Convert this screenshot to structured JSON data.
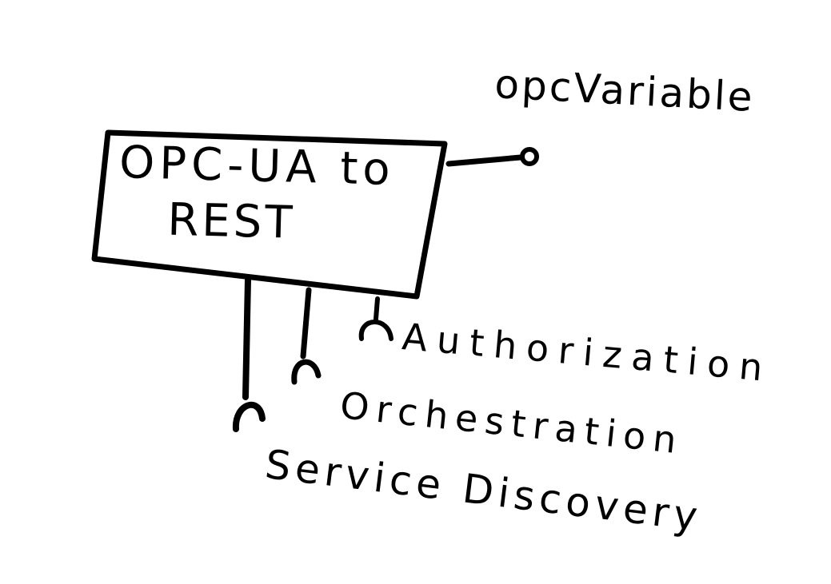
{
  "component": {
    "title_line1": "OPC-UA to",
    "title_line2": "REST"
  },
  "provided_interface": {
    "label": "opcVariable"
  },
  "required_interfaces": [
    {
      "label": "Authorization"
    },
    {
      "label": "Orchestration"
    },
    {
      "label": "Service Discovery"
    }
  ]
}
